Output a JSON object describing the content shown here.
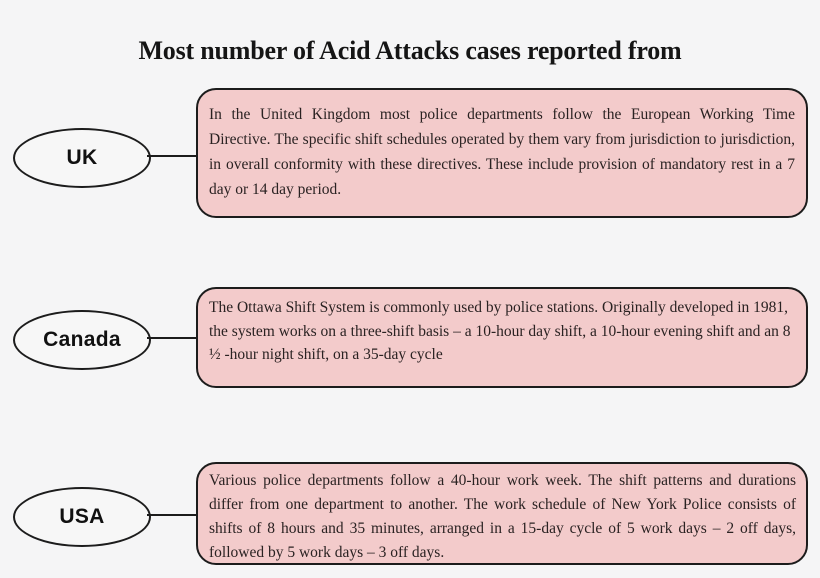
{
  "title": "Most number of Acid Attacks cases reported from",
  "nodes": [
    {
      "label": "UK",
      "description": "In the United Kingdom most police departments follow the European Working Time Directive. The specific shift schedules operated by them vary from jurisdiction to jurisdiction, in overall conformity with these directives. These include provision of mandatory rest in a 7 day or 14 day period."
    },
    {
      "label": "Canada",
      "description": "The Ottawa Shift System is commonly used by police stations. Originally developed in 1981, the system works on a three-shift basis – a 10-hour day shift, a 10-hour evening shift and an 8 ½ -hour night shift, on a 35-day cycle"
    },
    {
      "label": "USA",
      "description": "Various police departments  follow a 40-hour work week. The shift patterns and durations differ from one department to another. The work schedule of New York Police consists of shifts of 8 hours and 35 minutes, arranged in a 15-day cycle of 5 work days – 2 off days, followed by 5 work days – 3 off days."
    }
  ],
  "colors": {
    "background": "#f5f5f6",
    "box_fill": "#f3cbcb",
    "border": "#1c1c1c",
    "ellipse_fill": "#f7f7f7"
  }
}
